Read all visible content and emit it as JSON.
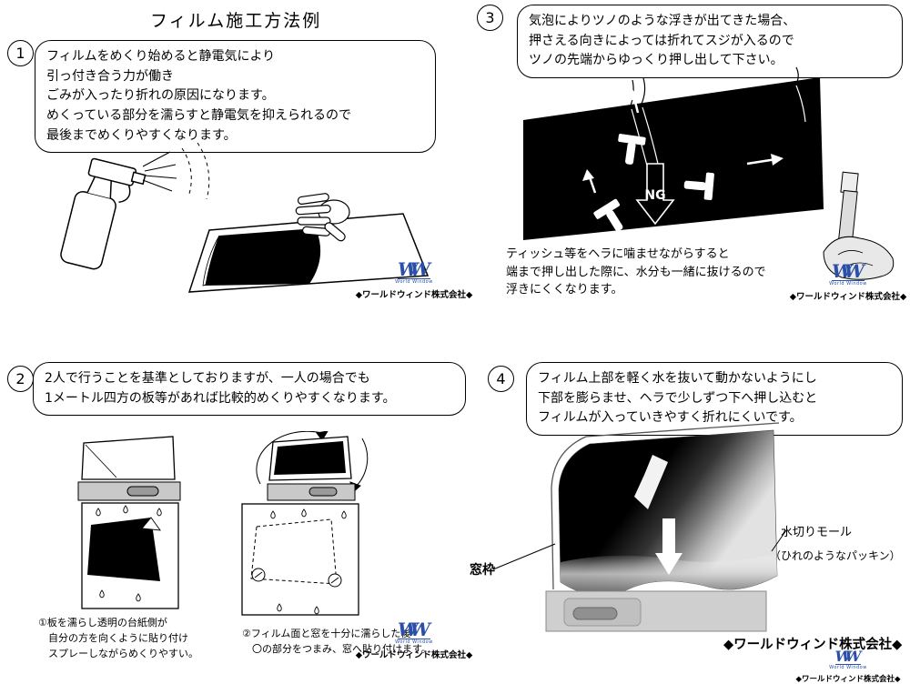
{
  "title": "フィルム施工方法例",
  "brand": {
    "logo_mark": "WW",
    "logo_subtext": "World Window",
    "company": "◆ワールドウィンド株式会社◆"
  },
  "colors": {
    "logo_blue": "#2a4fa8",
    "film_black": "#000000",
    "panel_gray": "#c9c9c9"
  },
  "steps": {
    "s1": {
      "number": "1",
      "bubble": "フィルムをめくり始めると静電気により\n引っ付き合う力が働き\nごみが入ったり折れの原因になります。\nめくっている部分を濡らすと静電気を抑えられるので\n最後までめくりやすくなります。"
    },
    "s2": {
      "number": "2",
      "bubble": "2人で行うことを基準としておりますが、一人の場合でも\n1メートル四方の板等があれば比較的めくりやすくなります。",
      "caption1": "①板を濡らし透明の台紙側が\n　自分の方を向くように貼り付け\n　スプレーしながらめくりやすい。",
      "caption2": "②フィルム面と窓を十分に濡らした後\n　〇の部分をつまみ、窓へ貼り付けます。"
    },
    "s3": {
      "number": "3",
      "bubble": "気泡によりツノのような浮きが出てきた場合、\n押さえる向きによっては折れてスジが入るので\nツノの先端からゆっくり押し出して下さい。",
      "note": "ティッシュ等をヘラに噛ませながらすると\n端まで押し出した際に、水分も一緒に抜けるので\n浮きにくくなります。",
      "ng_label": "NG"
    },
    "s4": {
      "number": "4",
      "bubble": "フィルム上部を軽く水を抜いて動かないようにし\n下部を膨らませ、ヘラで少しずつ下へ押し込むと\nフィルムが入っていきやすく折れにくいです。",
      "label_window_frame": "窓枠",
      "label_molding": "水切りモール",
      "label_molding_sub": "（ひれのようなパッキン）"
    }
  }
}
